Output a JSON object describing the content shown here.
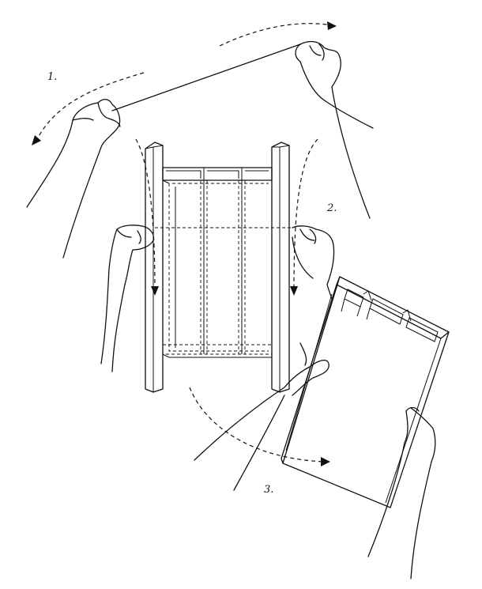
{
  "steps": [
    {
      "label": "1."
    },
    {
      "label": "2."
    },
    {
      "label": "3."
    }
  ],
  "colors": {
    "ink": "#111111",
    "paper": "#ffffff"
  }
}
